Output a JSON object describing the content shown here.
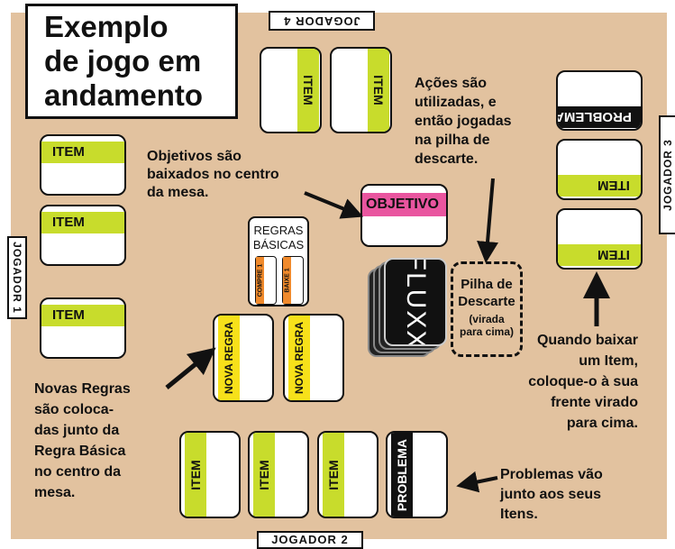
{
  "title": [
    "Exemplo",
    "de jogo em",
    "andamento"
  ],
  "players": {
    "p1": "JOGADOR 1",
    "p2": "JOGADOR 2",
    "p3": "JOGADOR 3",
    "p4": "JOGADOR 4"
  },
  "cards": {
    "item": "ITEM",
    "problem": "PROBLEMA",
    "goal": "OBJETIVO",
    "new_rule": "NOVA REGRA",
    "basic_rules": [
      "REGRAS",
      "BÁSICAS"
    ],
    "draw_one": "COMPRE 1",
    "play_one": "BAIXE 1",
    "deck_logo": "FLUXX",
    "discard": [
      "Pilha de",
      "Descarte",
      "(virada",
      "para cima)"
    ]
  },
  "annotations": {
    "actions": [
      "Ações são",
      "utilizadas, e",
      "então jogadas",
      "na pilha de",
      "descarte."
    ],
    "goals": [
      "Objetivos são",
      "baixados no centro",
      "da mesa."
    ],
    "new_rules": [
      "Novas Regras",
      "são coloca-",
      "das junto da",
      "Regra Básica",
      "no centro da",
      "mesa."
    ],
    "items": [
      "Quando baixar",
      "um Item,",
      "coloque-o à sua",
      "frente virado",
      "para cima."
    ],
    "problems": [
      "Problemas vão",
      "junto aos seus",
      "Itens."
    ]
  },
  "colors": {
    "table": "#e2c29f",
    "item_band": "#c8dc2c",
    "rule_band": "#f7e11a",
    "goal_band": "#e9559f",
    "draw_orange": "#f08a2c"
  }
}
